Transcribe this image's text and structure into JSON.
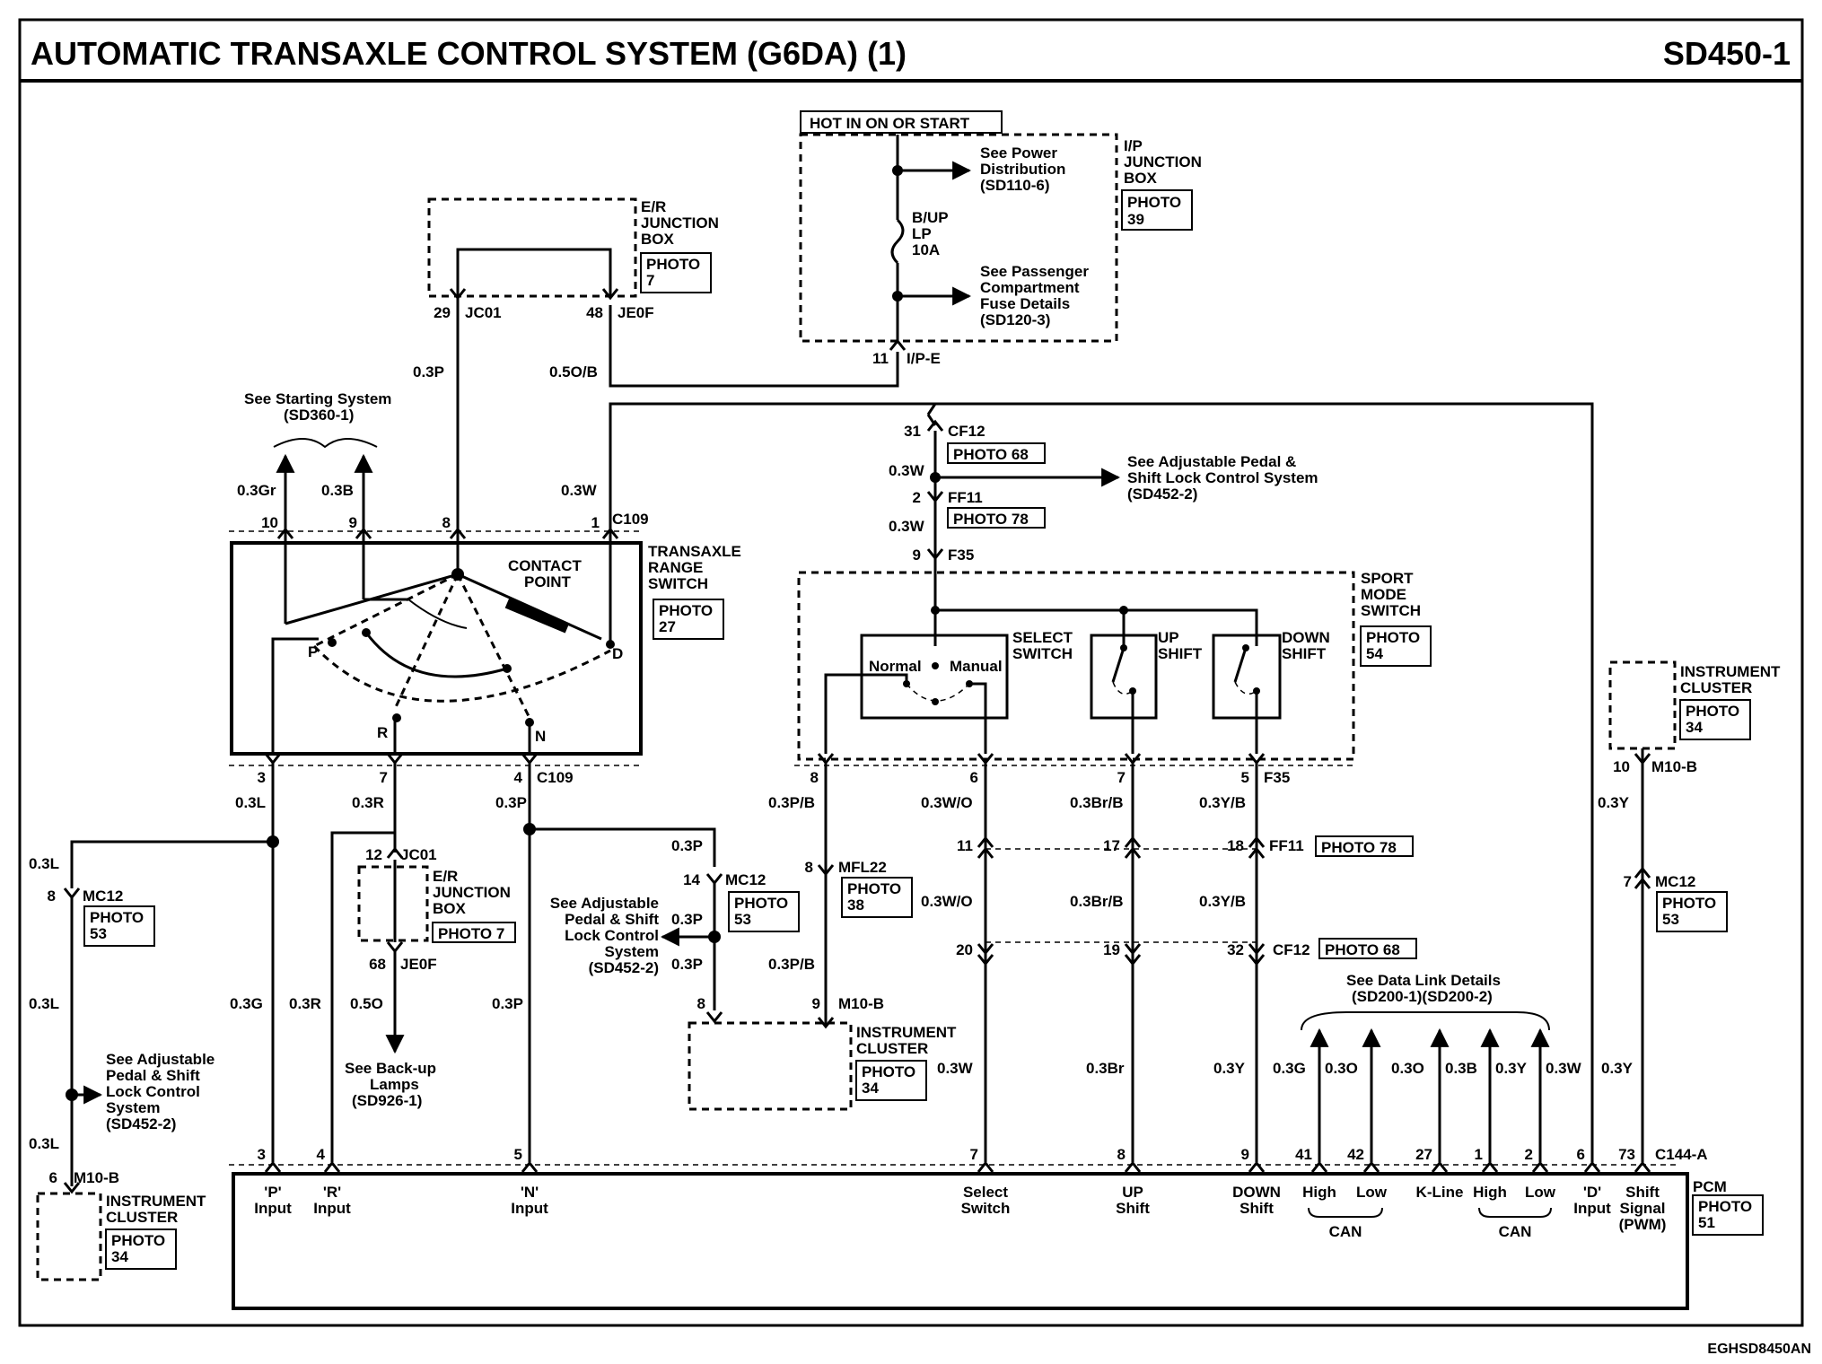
{
  "header": {
    "title": "AUTOMATIC TRANSAXLE CONTROL SYSTEM (G6DA) (1)",
    "code": "SD450-1"
  },
  "footer": {
    "code": "EGHSD8450AN"
  },
  "hot_label": "HOT IN ON OR START",
  "ip_jb": {
    "name": [
      "I/P",
      "JUNCTION",
      "BOX"
    ],
    "photo": [
      "PHOTO",
      "39"
    ],
    "see_power": [
      "See Power",
      "Distribution",
      "(SD110-6)"
    ],
    "fuse": [
      "B/UP",
      "LP",
      "10A"
    ],
    "see_pass": [
      "See Passenger",
      "Compartment",
      "Fuse Details",
      "(SD120-3)"
    ],
    "out_pin": "11",
    "out_conn": "I/P-E"
  },
  "er_jb_top": {
    "name": [
      "E/R",
      "JUNCTION",
      "BOX"
    ],
    "photo": [
      "PHOTO",
      "7"
    ],
    "pin_a": "29",
    "conn_a": "JC01",
    "pin_b": "48",
    "conn_b": "JE0F"
  },
  "starting": {
    "text": [
      "See Starting System",
      "(SD360-1)"
    ]
  },
  "trs": {
    "name": [
      "TRANSAXLE",
      "RANGE",
      "SWITCH"
    ],
    "photo": [
      "PHOTO",
      "27"
    ],
    "contact": [
      "CONTACT",
      "POINT"
    ],
    "conn_top": "C109",
    "conn_bottom": "C109",
    "pos_p": "P",
    "pos_r": "R",
    "pos_n": "N",
    "pos_d": "D",
    "top_pins": [
      "10",
      "9",
      "8",
      "1"
    ],
    "bottom_pins": [
      "3",
      "7",
      "4"
    ]
  },
  "pedal_top": {
    "pin_cf": "31",
    "conn_cf": "CF12",
    "photo_cf": "PHOTO 68",
    "pin_ff": "2",
    "conn_ff": "FF11",
    "photo_ff": "PHOTO 78",
    "pin_f": "9",
    "conn_f": "F35",
    "see": [
      "See Adjustable Pedal &",
      "Shift Lock Control System",
      "(SD452-2)"
    ]
  },
  "sport": {
    "name": [
      "SPORT",
      "MODE",
      "SWITCH"
    ],
    "photo": [
      "PHOTO",
      "54"
    ],
    "select": [
      "SELECT",
      "SWITCH"
    ],
    "normal": "Normal",
    "manual": "Manual",
    "up": [
      "UP",
      "SHIFT"
    ],
    "down": [
      "DOWN",
      "SHIFT"
    ],
    "pins": [
      "8",
      "6",
      "7",
      "5"
    ],
    "conn": "F35"
  },
  "ff11_row": {
    "pins": [
      "11",
      "17",
      "18"
    ],
    "conn": "FF11",
    "photo": "PHOTO 78"
  },
  "cf12_row": {
    "pins": [
      "20",
      "19",
      "32"
    ],
    "conn": "CF12",
    "photo": "PHOTO 68"
  },
  "mfl22": {
    "pin": "8",
    "conn": "MFL22",
    "photo": [
      "PHOTO",
      "38"
    ]
  },
  "mc12_mid": {
    "pin": "14",
    "conn": "MC12",
    "photo": [
      "PHOTO",
      "53"
    ]
  },
  "pedal_mid": {
    "see": [
      "See Adjustable",
      "Pedal & Shift",
      "Lock Control",
      "System",
      "(SD452-2)"
    ]
  },
  "ic_mid": {
    "pins": [
      "8",
      "9"
    ],
    "conn": "M10-B",
    "name": [
      "INSTRUMENT",
      "CLUSTER"
    ],
    "photo": [
      "PHOTO",
      "34"
    ]
  },
  "er_jb_low": {
    "pin_a": "12",
    "conn_a": "JC01",
    "pin_b": "68",
    "conn_b": "JE0F",
    "name": [
      "E/R",
      "JUNCTION",
      "BOX"
    ],
    "photo": "PHOTO 7"
  },
  "backup": {
    "text": [
      "See Back-up",
      "Lamps",
      "(SD926-1)"
    ]
  },
  "left": {
    "pin_mc": "8",
    "conn_mc": "MC12",
    "photo_mc": [
      "PHOTO",
      "53"
    ],
    "see": [
      "See Adjustable",
      "Pedal & Shift",
      "Lock Control",
      "System",
      "(SD452-2)"
    ],
    "pin_m10": "6",
    "conn_m10": "M10-B",
    "ic_name": [
      "INSTRUMENT",
      "CLUSTER"
    ],
    "ic_photo": [
      "PHOTO",
      "34"
    ]
  },
  "right": {
    "ic_name": [
      "INSTRUMENT",
      "CLUSTER"
    ],
    "ic_photo": [
      "PHOTO",
      "34"
    ],
    "pin_m10": "10",
    "conn_m10": "M10-B",
    "pin_mc": "7",
    "conn_mc": "MC12",
    "photo_mc": [
      "PHOTO",
      "53"
    ]
  },
  "datalink": {
    "text": [
      "See Data Link Details",
      "(SD200-1)(SD200-2)"
    ]
  },
  "wires": {
    "w_03P_a": "0.3P",
    "w_05OB": "0.5O/B",
    "w_03Gr": "0.3Gr",
    "w_03B": "0.3B",
    "w_03W_a": "0.3W",
    "w_03W_b": "0.3W",
    "w_03W_c": "0.3W",
    "w_03L_a": "0.3L",
    "w_03R_a": "0.3R",
    "w_03P_b": "0.3P",
    "w_03L_b": "0.3L",
    "w_03P_c": "0.3P",
    "w_03P_d": "0.3P",
    "w_03P_e": "0.3P",
    "w_03PB_a": "0.3P/B",
    "w_03PB_b": "0.3P/B",
    "w_03WO_a": "0.3W/O",
    "w_03WO_b": "0.3W/O",
    "w_03BrB_a": "0.3Br/B",
    "w_03BrB_b": "0.3Br/B",
    "w_03YB_a": "0.3Y/B",
    "w_03YB_b": "0.3Y/B",
    "w_03L_c": "0.3L",
    "w_03L_d": "0.3L",
    "w_03G_pcm": "0.3G",
    "w_03R_pcm": "0.3R",
    "w_05O": "0.5O",
    "w_03P_pcm": "0.3P",
    "w_03W_ic": "0.3W",
    "w_03Br": "0.3Br",
    "w_03Y_pcm": "0.3Y",
    "w_03G_can": "0.3G",
    "w_03O_a": "0.3O",
    "w_03O_b": "0.3O",
    "w_03B_can": "0.3B",
    "w_03Y_can": "0.3Y",
    "w_03W_d": "0.3W",
    "w_03Y_r": "0.3Y",
    "w_03Y_r2": "0.3Y"
  },
  "pcm": {
    "conn": "C144-A",
    "name": "PCM",
    "photo": [
      "PHOTO",
      "51"
    ],
    "pins": [
      "3",
      "4",
      "5",
      "7",
      "8",
      "9",
      "41",
      "42",
      "27",
      "1",
      "2",
      "6",
      "73"
    ],
    "p_input": [
      "'P'",
      "Input"
    ],
    "r_input": [
      "'R'",
      "Input"
    ],
    "n_input": [
      "'N'",
      "Input"
    ],
    "select": [
      "Select",
      "Switch"
    ],
    "up": [
      "UP",
      "Shift"
    ],
    "down": [
      "DOWN",
      "Shift"
    ],
    "high": "High",
    "low": "Low",
    "can": "CAN",
    "kline": "K-Line",
    "d_input": [
      "'D'",
      "Input"
    ],
    "shift": [
      "Shift",
      "Signal",
      "(PWM)"
    ]
  }
}
